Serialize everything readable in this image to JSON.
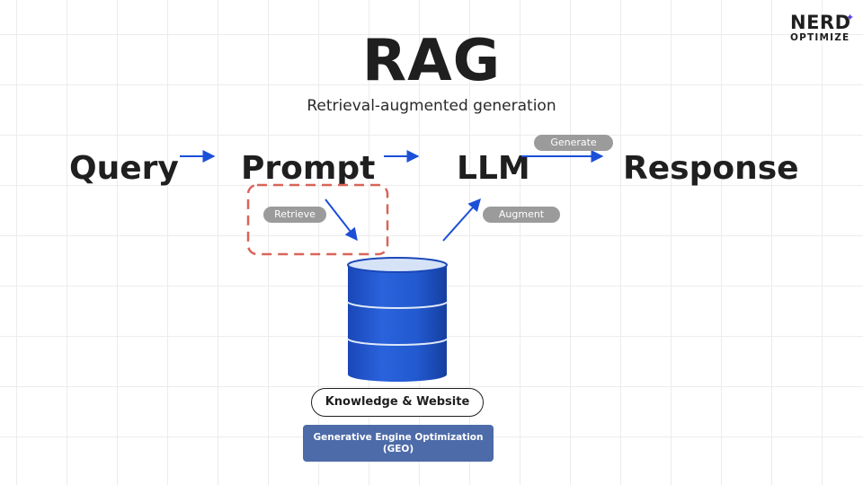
{
  "title": "RAG",
  "subtitle": "Retrieval-augmented generation",
  "nodes": {
    "query": "Query",
    "prompt": "Prompt",
    "llm": "LLM",
    "response": "Response"
  },
  "edge_labels": {
    "generate": "Generate",
    "retrieve": "Retrieve",
    "augment": "Augment"
  },
  "knowledge_label": "Knowledge & Website",
  "geo_label": "Generative Engine Optimization (GEO)",
  "logo": {
    "top": "NERD",
    "bottom": "OPTIMIZE"
  },
  "colors": {
    "arrow": "#1b4fd8",
    "dashed_box": "#d9645a",
    "pill": "#9b9b9b",
    "database": "#1f55c9",
    "geo_box": "#4d6ba8",
    "text": "#1f1f1f"
  },
  "icons": [
    "database-icon",
    "logo-sparkle-icon"
  ]
}
